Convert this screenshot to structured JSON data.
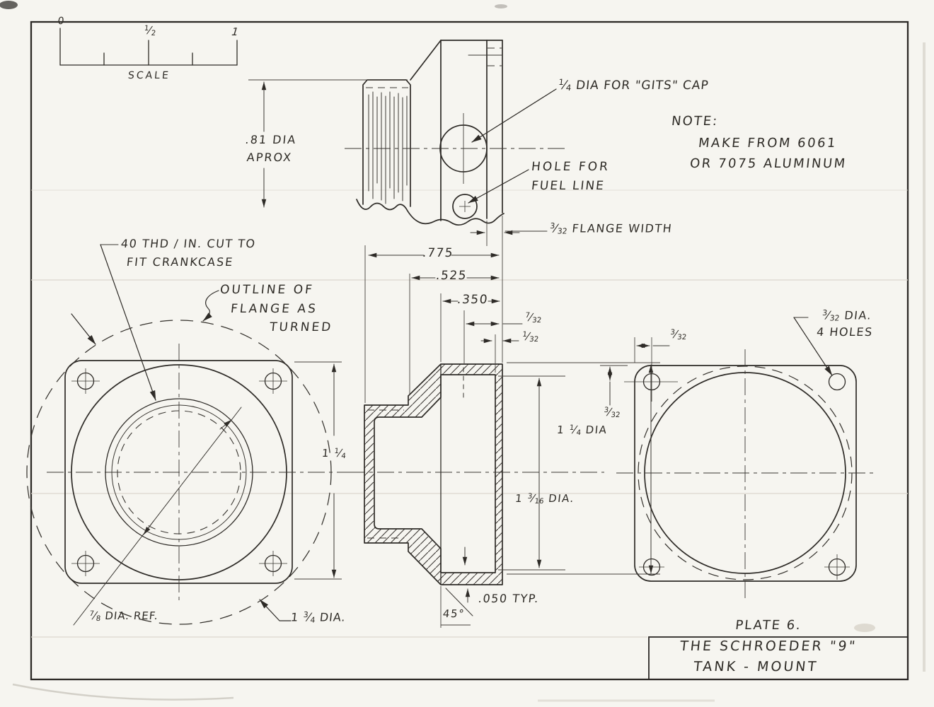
{
  "page": {
    "paper": "#f6f5f0",
    "ink": "#2d2a26"
  },
  "scale_bar": {
    "zero": "0",
    "half": "1/2",
    "one": "1",
    "label": "SCALE"
  },
  "top_view": {
    "dia_line1": ".81 DIA",
    "dia_line2": "APROX",
    "gits_label": "1/4 DIA FOR \"GITS\" CAP",
    "fuel_line1": "HOLE FOR",
    "fuel_line2": "FUEL LINE",
    "flange_width": "3/32 FLANGE WIDTH"
  },
  "note": {
    "heading": "NOTE:",
    "line1": "MAKE FROM 6061",
    "line2": "OR 7075 ALUMINUM"
  },
  "section_view": {
    "w775": ".775",
    "w525": ".525",
    "w350": ".350",
    "w732": "7/32",
    "w132": "1/32",
    "dia_outer": "1 1/4 DIA",
    "dia_inner": "1 3/16 DIA.",
    "wall": ".050 TYP.",
    "chamfer": "45°"
  },
  "front_view": {
    "thread_line1": "40 THD / IN. CUT TO",
    "thread_line2": "FIT CRANKCASE",
    "outline_line1": "OUTLINE OF",
    "outline_line2": "FLANGE AS",
    "outline_line3": "TURNED",
    "height": "1 1/4",
    "bore": "7/8 DIA. REF.",
    "flange": "1 3/4 DIA."
  },
  "rear_view": {
    "holes_line1": "3/32 DIA.",
    "holes_line2": "4 HOLES",
    "offset_top": "3/32",
    "offset_side": "3/32"
  },
  "title_block": {
    "plate": "PLATE 6.",
    "name_line1": "THE SCHROEDER \"9\"",
    "name_line2": "TANK - MOUNT"
  }
}
